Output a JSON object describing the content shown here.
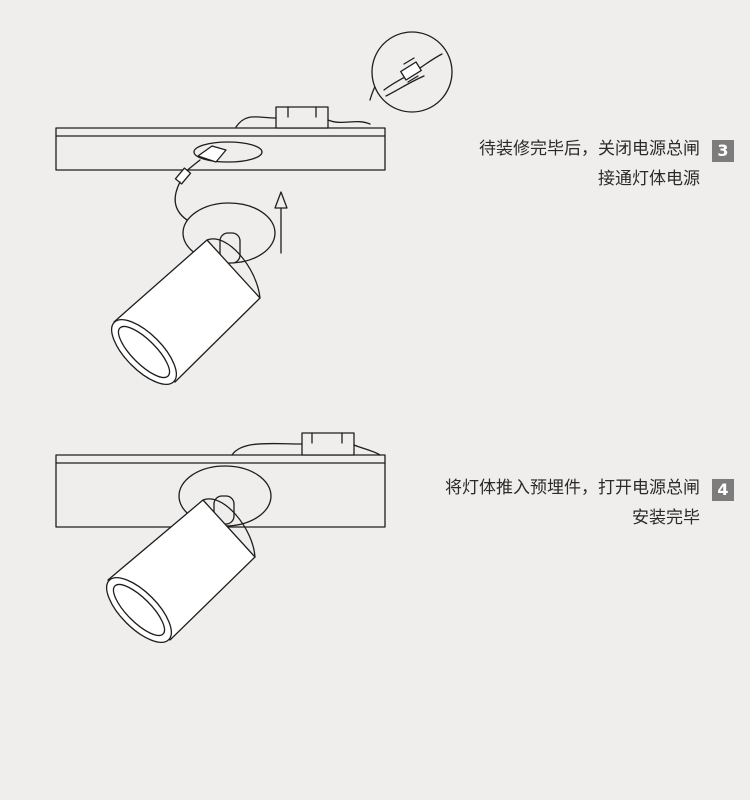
{
  "steps": [
    {
      "number": "3",
      "lines": [
        "待装修完毕后，关闭电源总闸",
        "接通灯体电源"
      ]
    },
    {
      "number": "4",
      "lines": [
        "将灯体推入预埋件，打开电源总闸",
        "安装完毕"
      ]
    }
  ],
  "colors": {
    "background": "#efeeec",
    "stroke": "#1e1e1e",
    "badge": "#7c7c7c"
  },
  "icons": [
    "arrow-up-icon",
    "connector-icon"
  ]
}
